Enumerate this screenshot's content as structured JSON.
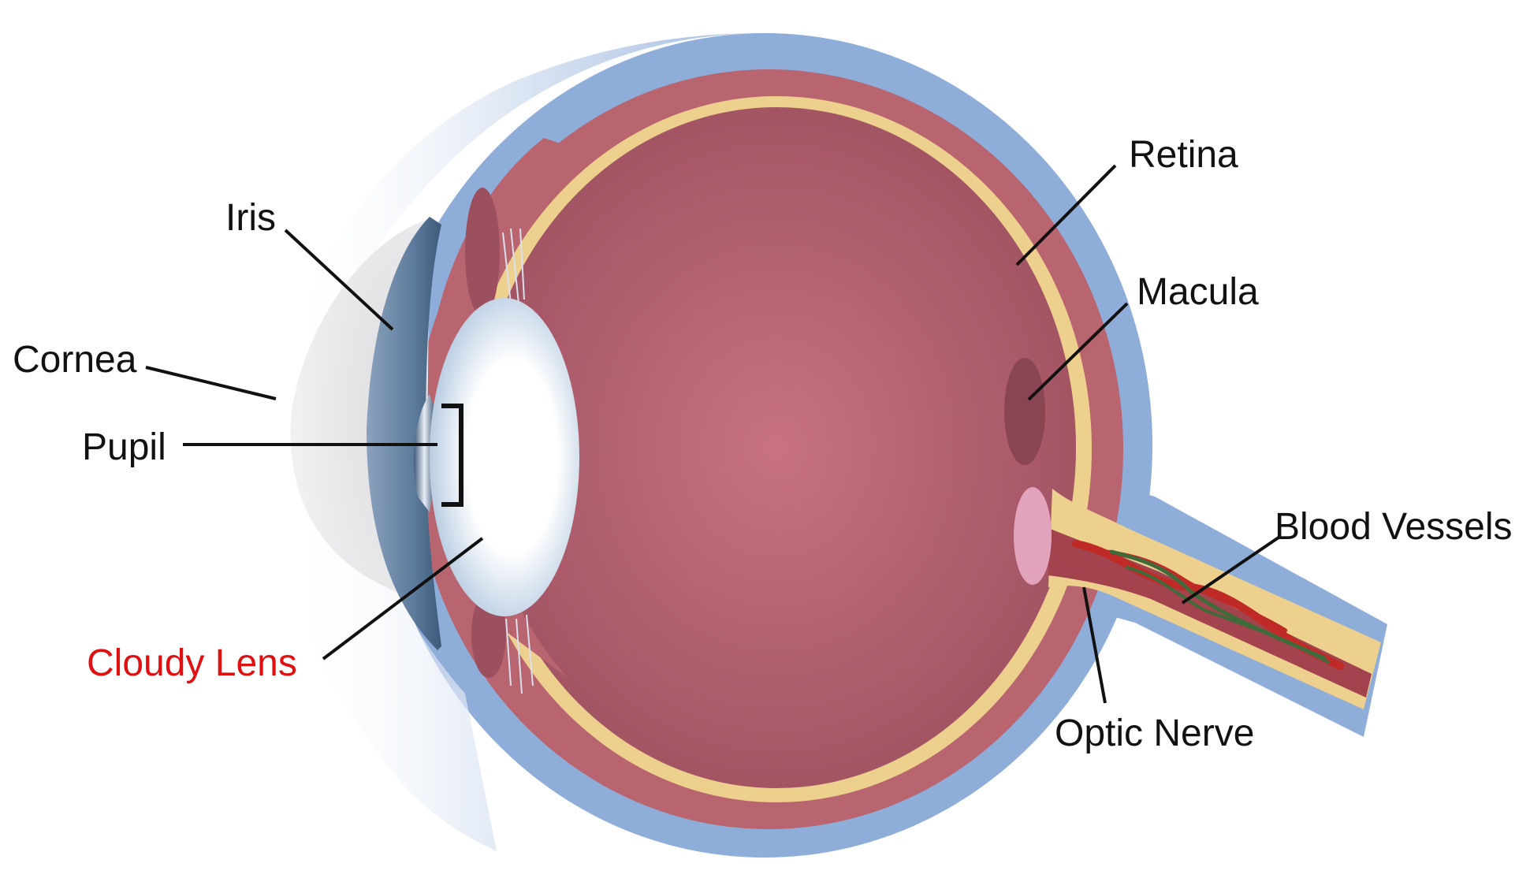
{
  "labels": {
    "iris": "Iris",
    "cornea": "Cornea",
    "pupil": "Pupil",
    "cloudy_lens": "Cloudy Lens",
    "retina": "Retina",
    "macula": "Macula",
    "blood_vessels": "Blood Vessels",
    "optic_nerve": "Optic Nerve"
  },
  "colors": {
    "sclera": "#8fadd9",
    "choroid": "#b8656f",
    "retina_layer": "#eed08e",
    "vitreous_center": "#c87283",
    "vitreous_edge": "#9c4f5e",
    "cornea": "#e5e5e7",
    "iris": "#5f7d9e",
    "lens": "#c3d5e6",
    "macula": "#8a4552",
    "optic_disc": "#e2a3bd",
    "blood_vessel_red": "#c02a26",
    "blood_vessel_green": "#3f6b3a",
    "label_text": "#111111",
    "highlight_text": "#e01010"
  }
}
